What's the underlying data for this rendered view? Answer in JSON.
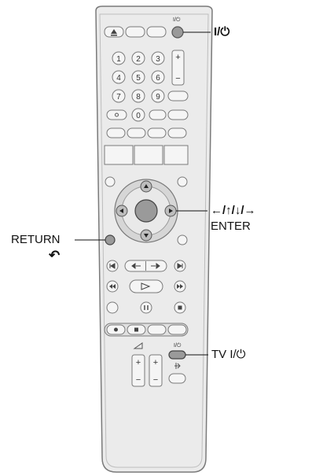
{
  "callouts": {
    "power": "I/⏻",
    "nav_arrows": "←/↑/↓/→",
    "enter": "ENTER",
    "return": "RETURN",
    "return_symbol": "↶",
    "tv_power": "TV I/⏻"
  },
  "remote_labels": {
    "power_small": "I/⏻",
    "tv_power_small": "I/⏻",
    "num_1": "1",
    "num_2": "2",
    "num_3": "3",
    "num_4": "4",
    "num_5": "5",
    "num_6": "6",
    "num_7": "7",
    "num_8": "8",
    "num_9": "9",
    "num_0": "0",
    "plus": "+",
    "minus": "−",
    "vol_plus": "+",
    "vol_minus": "−",
    "ch_plus": "+",
    "ch_minus": "−"
  },
  "colors": {
    "remote_body": "#ebebeb",
    "remote_outline": "#7a7a7a",
    "button_fill": "#f5f5f5",
    "highlight_button": "#9a9a9a",
    "callout_line": "#111111"
  }
}
